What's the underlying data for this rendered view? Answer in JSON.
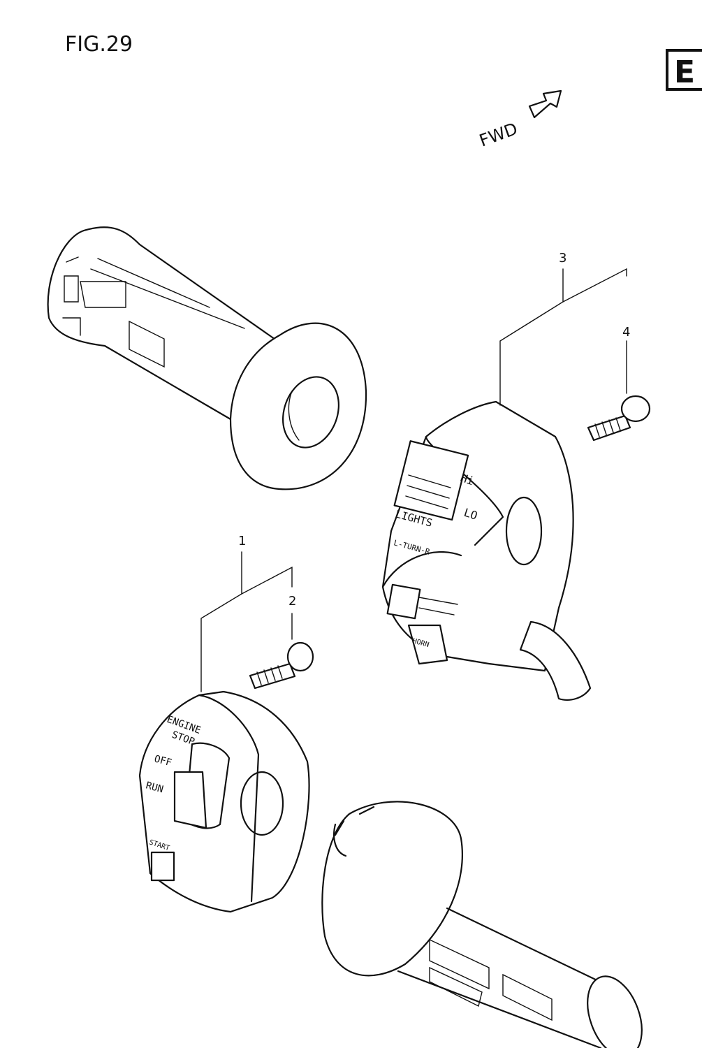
{
  "figure": {
    "label": "FIG.29",
    "section_badge": "E",
    "direction": "FWD"
  },
  "callouts": [
    {
      "number": "1"
    },
    {
      "number": "2"
    },
    {
      "number": "3"
    },
    {
      "number": "4"
    }
  ],
  "switch_labels": {
    "right_switch": {
      "hi": "Hi",
      "lo": "LO",
      "lights": "LIGHTS",
      "turn": "L-TURN-R",
      "horn": "HORN"
    },
    "left_switch": {
      "engine_line1": "ENGINE",
      "engine_line2": "STOP",
      "off": "OFF",
      "run": "RUN",
      "start": "START"
    }
  }
}
